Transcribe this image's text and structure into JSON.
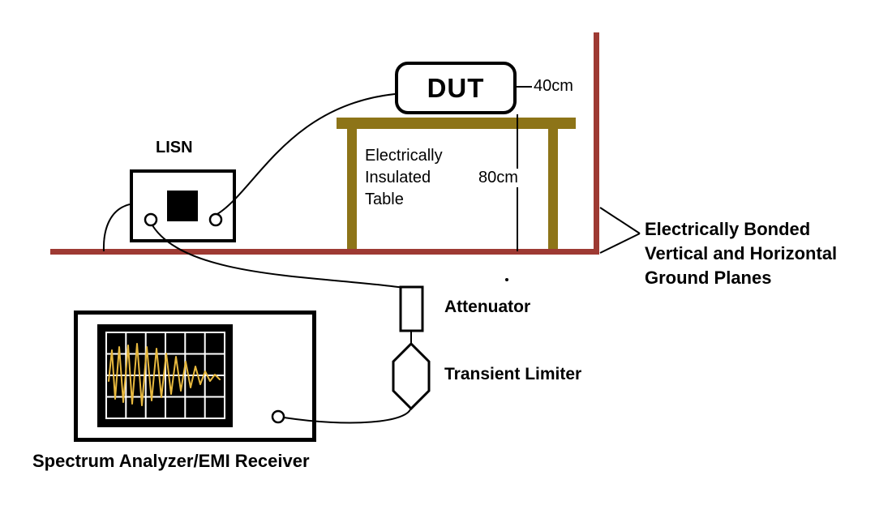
{
  "labels": {
    "dut": "DUT",
    "lisn": "LISN",
    "dim_wall": "40cm",
    "dim_height": "80cm",
    "attenuator": "Attenuator",
    "transient_limiter": "Transient Limiter",
    "spectrum_analyzer": "Spectrum Analyzer/EMI Receiver"
  },
  "table": {
    "lines": [
      "Electrically",
      "Insulated",
      "Table"
    ]
  },
  "ground_planes": {
    "lines": [
      "Electrically Bonded",
      "Vertical and Horizontal",
      "Ground Planes"
    ]
  },
  "colors": {
    "ground-plane": "#9E3A33",
    "table": "#8D7418",
    "waveform": "#E8B93E",
    "screen-bg": "#000000",
    "screen-grid": "#FFFFFF"
  }
}
